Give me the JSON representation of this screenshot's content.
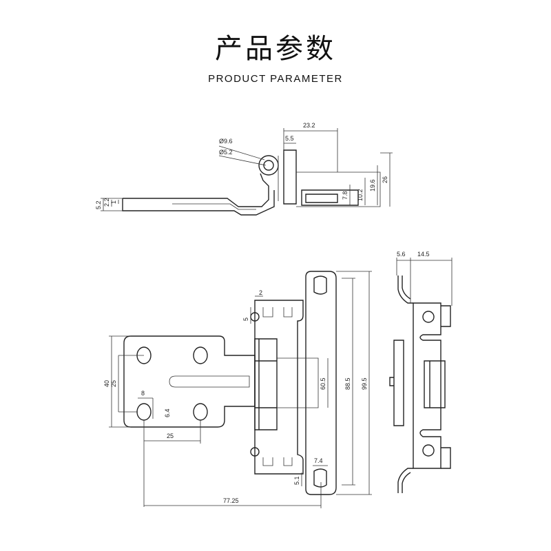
{
  "header": {
    "title": "产品参数",
    "subtitle": "PRODUCT PARAMETER"
  },
  "side_view": {
    "dim_width_top": "23.2",
    "dim_tab": "5.5",
    "dim_outer_dia": "Ø9.6",
    "dim_inner_dia": "Ø5.2",
    "dim_h26": "26",
    "dim_h19_6": "19.6",
    "dim_h10_2": "10.2",
    "dim_h7_8": "7.8",
    "dim_t5_2": "5.2",
    "dim_t2_2": "2.2",
    "dim_t1": "1"
  },
  "front_view": {
    "dim_w2": "2",
    "dim_h5": "5",
    "dim_h40": "40",
    "dim_h25": "25",
    "dim_slot_w8": "8",
    "dim_slot_h6_4": "6.4",
    "dim_span25": "25",
    "dim_h60_5": "60.5",
    "dim_h88_5": "88.5",
    "dim_h99_5": "99.5",
    "dim_w7_4": "7.4",
    "dim_h5_1": "5.1",
    "dim_len77_25": "77.25"
  },
  "end_view": {
    "dim_5_6": "5.6",
    "dim_14_5": "14.5"
  }
}
